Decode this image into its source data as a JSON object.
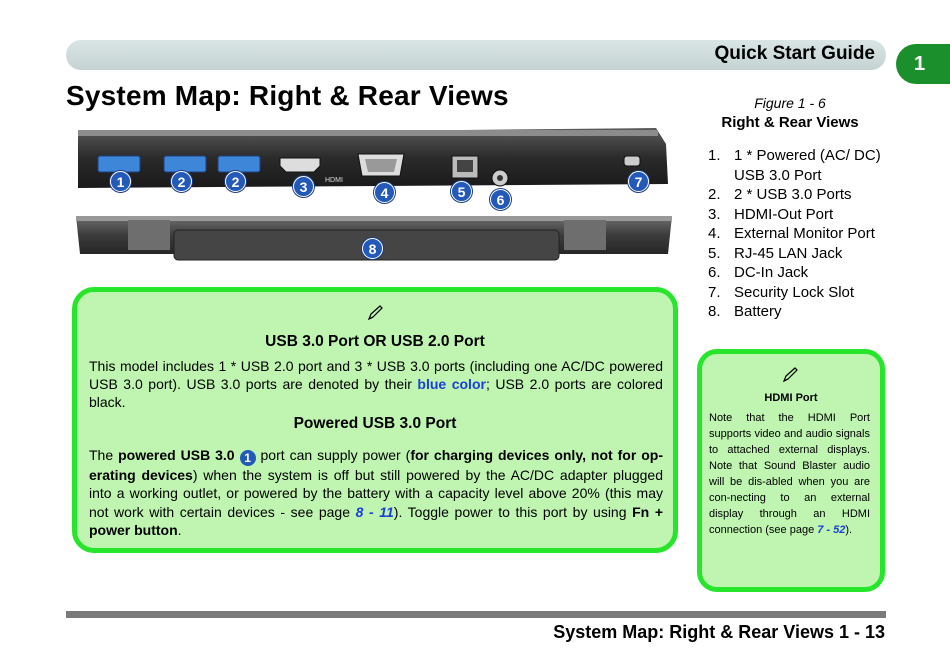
{
  "header": {
    "title": "Quick Start Guide",
    "chapter": "1"
  },
  "page_title": "System Map: Right & Rear Views",
  "figure": {
    "number": "Figure 1 - 6",
    "title": "Right & Rear Views",
    "items": [
      {
        "num": "1.",
        "text": "1 * Powered (AC/ DC) USB 3.0 Port"
      },
      {
        "num": "2.",
        "text": "2 * USB 3.0 Ports"
      },
      {
        "num": "3.",
        "text": "HDMI-Out Port"
      },
      {
        "num": "4.",
        "text": "External Monitor Port"
      },
      {
        "num": "5.",
        "text": "RJ-45 LAN Jack"
      },
      {
        "num": "6.",
        "text": "DC-In Jack"
      },
      {
        "num": "7.",
        "text": "Security Lock Slot"
      },
      {
        "num": "8.",
        "text": "Battery"
      }
    ],
    "callouts": [
      "1",
      "2",
      "2",
      "3",
      "4",
      "5",
      "6",
      "7",
      "8"
    ],
    "port_label_hdmi": "HDMI"
  },
  "note_usb": {
    "heading1": "USB 3.0 Port OR USB 2.0 Port",
    "p1_a": "This model includes 1 * USB 2.0 port and 3 * USB 3.0 ports (including one AC/DC powered USB 3.0 port). USB 3.0 ports are denoted by their ",
    "p1_blue": "blue color",
    "p1_b": "; USB 2.0 ports are colored black.",
    "heading2": "Powered USB 3.0 Port",
    "p2_a": "The ",
    "p2_b1": "powered USB 3.0",
    "p2_num": "1",
    "p2_c": " port can supply power (",
    "p2_b2": "for charging devices only, not for op-erating devices",
    "p2_d": ") when the system is off but still powered by the AC/DC adapter plugged into a working outlet, or powered by the battery with a capacity level above 20% (this may not work with certain devices - see page ",
    "p2_link": "8 - 11",
    "p2_e": "). Toggle power to this port by using ",
    "p2_b3": "Fn + power button",
    "p2_f": "."
  },
  "note_hdmi": {
    "heading": "HDMI Port",
    "text": "Note that the HDMI Port supports video and audio signals to attached external displays. Note that Sound Blaster audio will be dis-abled when you are con-necting to an external display through an HDMI connection (see page ",
    "link": "7 - 52",
    "end": ")."
  },
  "footer": {
    "text": "System Map: Right & Rear Views 1 - 13"
  },
  "colors": {
    "callout": "#2359b8",
    "note_bg": "#bff5b1",
    "note_border": "#26e52a",
    "tab": "#1a8f2c",
    "link": "#1a3fd4"
  },
  "icons": [
    "pencil-icon",
    "usb-symbol-icon",
    "lan-symbol-icon",
    "dc-symbol-icon",
    "monitor-symbol-icon"
  ]
}
